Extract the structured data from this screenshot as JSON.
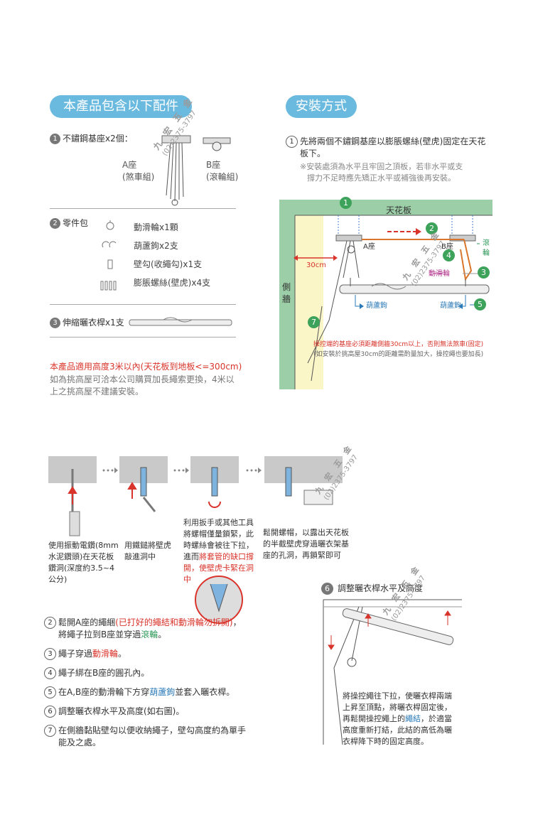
{
  "left": {
    "header": "本產品包含以下配件",
    "item1": {
      "num": "1",
      "label": "不鏽鋼基座x2個："
    },
    "seatA": {
      "name": "A座",
      "desc": "(煞車組)"
    },
    "seatB": {
      "name": "B座",
      "desc": "(滾輪組)"
    },
    "item2": {
      "num": "2",
      "label": "零件包"
    },
    "parts": [
      "動滑輪x1顆",
      "葫蘆鉤x2支",
      "壁勾(收繩勾)x1支",
      "膨脹螺絲(壁虎)x4支"
    ],
    "item3": {
      "num": "3",
      "label": "伸縮曬衣桿x1支"
    },
    "note_red": "本產品適用高度3米以內(天花板到地板<=300cm)",
    "note_gray": [
      "如為挑高屋可洽本公司購買加長繩索更換，4米以",
      "上之挑高屋不建議安裝。"
    ]
  },
  "watermark": {
    "name": "九 宏 五 金",
    "phone": "(02)2375-3797"
  },
  "right": {
    "header": "安裝方式",
    "step1_num": "1",
    "step1": [
      "先將兩個不鏽鋼基座以膨脹螺絲(壁虎)固定在天花",
      "板下。"
    ],
    "step1_note": [
      "※安裝處須為水平且牢固之頂板，若非水平或支",
      "撐力不足時應先矯正水平或補強後再安裝。"
    ],
    "diagram": {
      "ceiling": "天花板",
      "wall": [
        "側",
        "牆"
      ],
      "seatA": "A座",
      "seatB": "B座",
      "wheel": "滾輪",
      "pulley": "動滑輪",
      "hook_left": "葫蘆鉤",
      "hook_right": "葫蘆鉤",
      "distance": "30cm",
      "n1": "1",
      "n2": "2",
      "n3": "3",
      "n4": "4",
      "n5": "5",
      "n7": "7",
      "warn_red": "操控端的基座必須距離側牆30cm以上，否則無法煞車(固定)",
      "warn_gray": "(如安裝於挑高屋30cm的距離需酌量加大，操控繩也要加長)"
    }
  },
  "anchors": {
    "step_a": [
      "使用振動電鑽(8mm",
      "水泥鑽頭)在天花板",
      "鑽洞(深度約3.5~4",
      "公分)"
    ],
    "step_b": [
      "用鐵鎚將壁虎",
      "敲進洞中"
    ],
    "step_c_black": [
      "利用扳手或其他工具",
      "將螺帽僅量鎖緊，此",
      "時螺絲會被往下拉，",
      "進而"
    ],
    "step_c_red_1": "將套管的缺口撐",
    "step_c_red_2": [
      "開，使壁虎卡緊在洞",
      "中"
    ],
    "step_d": [
      "鬆開螺帽，以露出天花板",
      "的半截壁虎穿過曬衣架基",
      "座的孔洞，再鎖緊即可"
    ]
  },
  "steps": [
    {
      "num": "2",
      "parts": [
        {
          "t": "鬆開A座的繩綑",
          "c": ""
        },
        {
          "t": "(已打好的繩結和動滑輪勿拆開)",
          "c": "red"
        },
        {
          "t": "，",
          "c": ""
        }
      ],
      "line2": [
        {
          "t": "將繩子拉到B座並穿過",
          "c": ""
        },
        {
          "t": "滾輪",
          "c": "green"
        },
        {
          "t": "。",
          "c": ""
        }
      ]
    },
    {
      "num": "3",
      "parts": [
        {
          "t": "繩子穿過",
          "c": ""
        },
        {
          "t": "動滑輪",
          "c": "red"
        },
        {
          "t": "。",
          "c": ""
        }
      ]
    },
    {
      "num": "4",
      "parts": [
        {
          "t": "繩子綁在B座的圓孔內。",
          "c": ""
        }
      ]
    },
    {
      "num": "5",
      "parts": [
        {
          "t": "在A,B座的動滑輪下方穿",
          "c": ""
        },
        {
          "t": "葫蘆鉤",
          "c": "blue"
        },
        {
          "t": "並套入曬衣桿。",
          "c": ""
        }
      ]
    },
    {
      "num": "6",
      "parts": [
        {
          "t": "調整曬衣桿水平及高度(如右圖)。",
          "c": ""
        }
      ]
    },
    {
      "num": "7",
      "parts": [
        {
          "t": "在側牆黏貼壁勾以便收納繩子，壁勾高度約為單手",
          "c": ""
        }
      ],
      "line2": [
        {
          "t": "能及之處。",
          "c": ""
        }
      ]
    }
  ],
  "step6": {
    "num": "6",
    "title": "調整曬衣桿水平及高度",
    "desc_1": "將操控繩往下拉，使曬衣桿兩端",
    "desc_2": "上昇至頂點，將曬衣桿固定後，",
    "desc_3a": "再鬆開操控繩上的",
    "desc_3b": "繩結",
    "desc_3c": "，於適當",
    "desc_4": "高度重新打結，此結的高低為曬",
    "desc_5": "衣桿降下時的固定高度。"
  },
  "colors": {
    "accent": "#6ab9df",
    "green": "#3da25a",
    "red": "#d9342b",
    "orange": "#d9762b"
  }
}
